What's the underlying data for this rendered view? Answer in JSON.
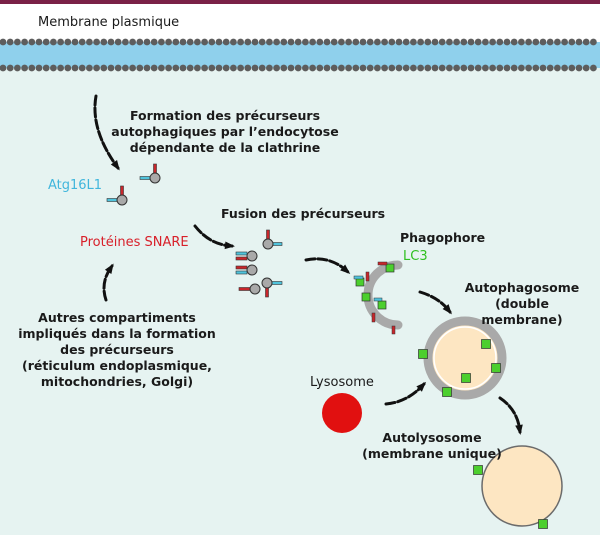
{
  "colors": {
    "cytoplasm": "#e6f3f1",
    "membrane_band": "#8fd0ec",
    "lipid_head": "#5d5d5d",
    "top_bar": "#7a2147",
    "cyan": "#4fc3dc",
    "red": "#c8262b",
    "green": "#4ccf2e",
    "gray": "#a9a9a9",
    "vesicle_fill": "#fde6c2",
    "lysosome": "#e11010",
    "text": "#1a1a1a",
    "atg_text": "#41b6dc",
    "snare_text": "#d8202a",
    "lc3_text": "#30c020"
  },
  "labels": {
    "membrane": "Membrane plasmique",
    "formation": [
      "Formation des précurseurs",
      "autophagiques par l’endocytose",
      "dépendante de la clathrine"
    ],
    "atg16l1": "Atg16L1",
    "fusion": "Fusion des précurseurs",
    "snare": "Protéines SNARE",
    "phagophore": "Phagophore",
    "lc3": "LC3",
    "autophagosome": [
      "Autophagosome",
      "(double",
      "membrane)"
    ],
    "autres": [
      "Autres compartiments",
      "impliqués dans la formation",
      "des précurseurs",
      "(réticulum endoplasmique,",
      "mitochondries, Golgi)"
    ],
    "lysosome": "Lysosome",
    "autolysosome": [
      "Autolysosome",
      "(membrane unique)"
    ]
  },
  "icons": [
    "curved-arrow-icon",
    "precursor-vesicle-icon",
    "phagophore-icon",
    "autophagosome-icon",
    "lysosome-icon",
    "autolysosome-icon"
  ]
}
